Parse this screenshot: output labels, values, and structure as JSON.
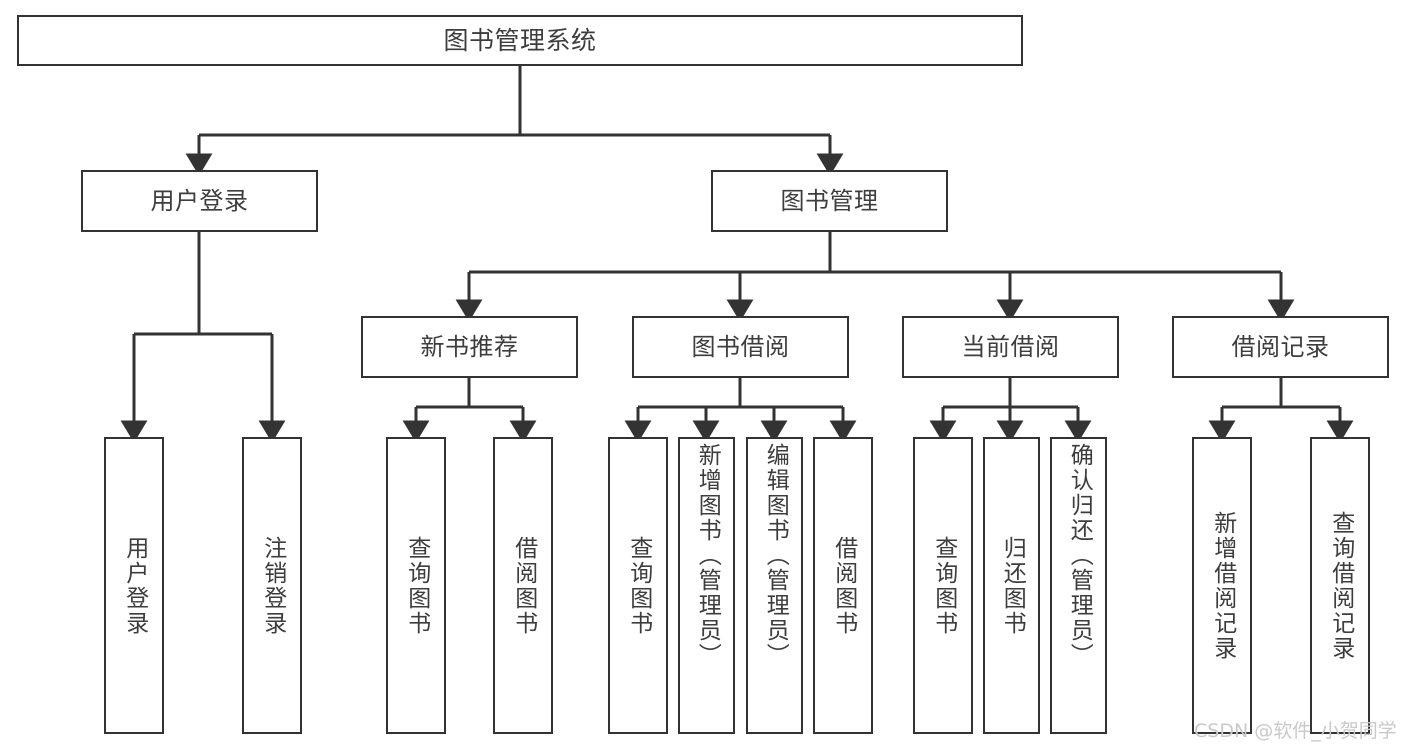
{
  "diagram": {
    "type": "tree",
    "title": "图书管理系统",
    "orientation": "top-down",
    "colors": {
      "node_border": "#333333",
      "node_fill": "#ffffff",
      "edge": "#333333",
      "text": "#3d3d3d",
      "background": "#ffffff",
      "watermark": "#c9c9c9"
    },
    "nodes": {
      "root": {
        "label": "图书管理系统"
      },
      "level2": [
        {
          "id": "user-login",
          "label": "用户登录"
        },
        {
          "id": "book-manage",
          "label": "图书管理"
        }
      ],
      "level3": [
        {
          "id": "new-book-rec",
          "label": "新书推荐"
        },
        {
          "id": "book-borrow",
          "label": "图书借阅"
        },
        {
          "id": "current-borrow",
          "label": "当前借阅"
        },
        {
          "id": "borrow-record",
          "label": "借阅记录"
        }
      ],
      "leaves": [
        {
          "id": "leaf-user-login",
          "label": "用户登录",
          "parent": "user-login"
        },
        {
          "id": "leaf-logout",
          "label": "注销登录",
          "parent": "user-login"
        },
        {
          "id": "leaf-query-book-1",
          "label": "查询图书",
          "parent": "new-book-rec"
        },
        {
          "id": "leaf-borrow-book-1",
          "label": "借阅图书",
          "parent": "new-book-rec"
        },
        {
          "id": "leaf-query-book-2",
          "label": "查询图书",
          "parent": "book-borrow"
        },
        {
          "id": "leaf-add-book",
          "label": "新增图书（管理员）",
          "parent": "book-borrow"
        },
        {
          "id": "leaf-edit-book",
          "label": "编辑图书（管理员）",
          "parent": "book-borrow"
        },
        {
          "id": "leaf-borrow-book-2",
          "label": "借阅图书",
          "parent": "book-borrow"
        },
        {
          "id": "leaf-query-book-3",
          "label": "查询图书",
          "parent": "current-borrow"
        },
        {
          "id": "leaf-return-book",
          "label": "归还图书",
          "parent": "current-borrow"
        },
        {
          "id": "leaf-confirm-return",
          "label": "确认归还（管理员）",
          "parent": "current-borrow"
        },
        {
          "id": "leaf-add-record",
          "label": "新增借阅记录",
          "parent": "borrow-record"
        },
        {
          "id": "leaf-query-record",
          "label": "查询借阅记录",
          "parent": "borrow-record"
        }
      ]
    },
    "watermark": "CSDN @软件_小贺同学"
  }
}
